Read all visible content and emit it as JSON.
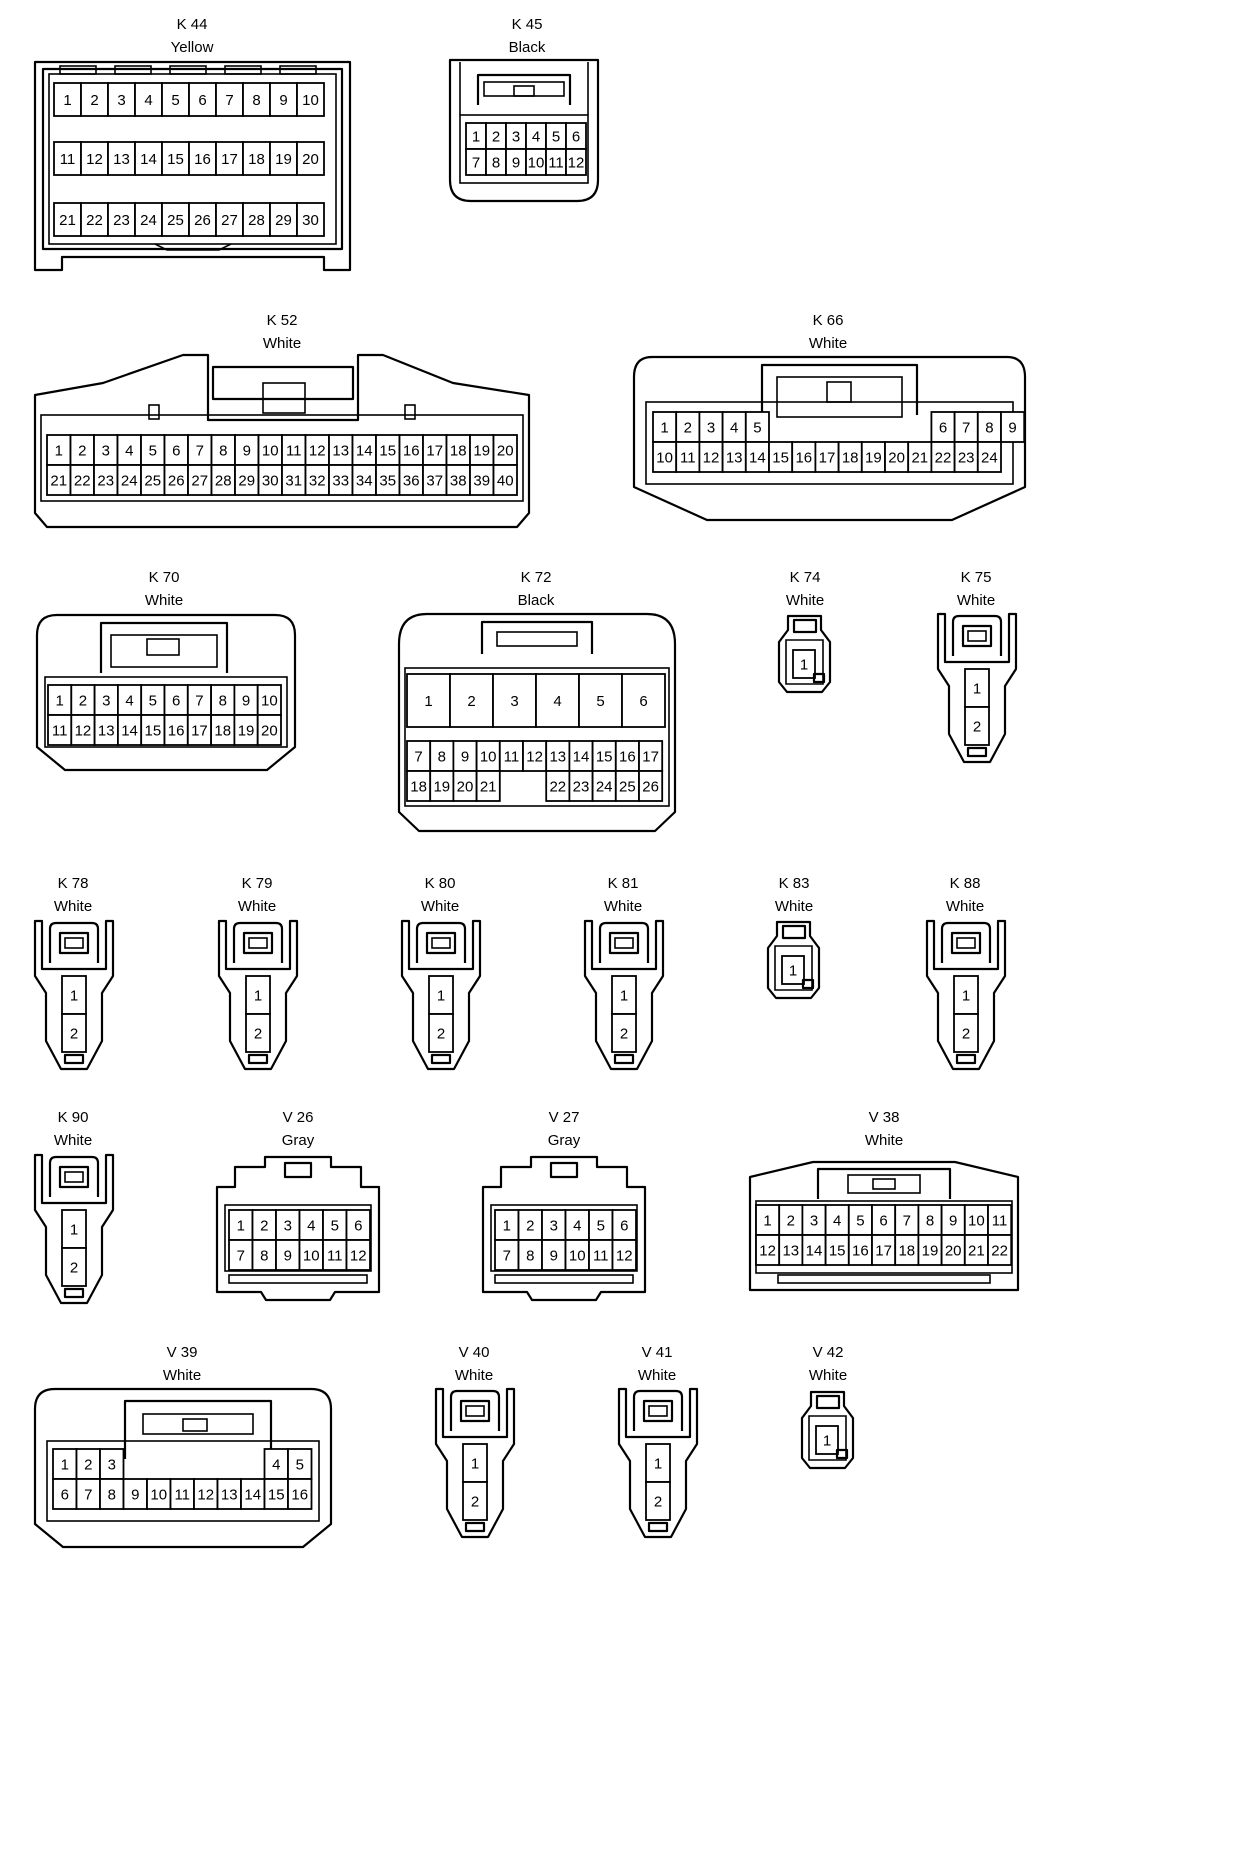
{
  "connectors": [
    {
      "id": "K 44",
      "color": "Yellow",
      "style": "k44",
      "rows": [
        [
          "1",
          "2",
          "3",
          "4",
          "5",
          "6",
          "7",
          "8",
          "9",
          "10"
        ],
        [
          "11",
          "12",
          "13",
          "14",
          "15",
          "16",
          "17",
          "18",
          "19",
          "20"
        ],
        [
          "21",
          "22",
          "23",
          "24",
          "25",
          "26",
          "27",
          "28",
          "29",
          "30"
        ]
      ]
    },
    {
      "id": "K 45",
      "color": "Black",
      "style": "k45",
      "rows": [
        [
          "1",
          "2",
          "3",
          "4",
          "5",
          "6"
        ],
        [
          "7",
          "8",
          "9",
          "10",
          "11",
          "12"
        ]
      ]
    },
    {
      "id": "K 52",
      "color": "White",
      "style": "k52",
      "rows": [
        [
          "1",
          "2",
          "3",
          "4",
          "5",
          "6",
          "7",
          "8",
          "9",
          "10",
          "11",
          "12",
          "13",
          "14",
          "15",
          "16",
          "17",
          "18",
          "19",
          "20"
        ],
        [
          "21",
          "22",
          "23",
          "24",
          "25",
          "26",
          "27",
          "28",
          "29",
          "30",
          "31",
          "32",
          "33",
          "34",
          "35",
          "36",
          "37",
          "38",
          "39",
          "40"
        ]
      ]
    },
    {
      "id": "K 66",
      "color": "White",
      "style": "k66",
      "rows": [
        [
          "1",
          "2",
          "3",
          "4",
          "5",
          "",
          "",
          "",
          "",
          "",
          "",
          "",
          "6",
          "7",
          "8",
          "9"
        ],
        [
          "10",
          "11",
          "12",
          "13",
          "14",
          "15",
          "16",
          "17",
          "18",
          "19",
          "20",
          "21",
          "22",
          "23",
          "24"
        ]
      ]
    },
    {
      "id": "K 70",
      "color": "White",
      "style": "k70",
      "rows": [
        [
          "1",
          "2",
          "3",
          "4",
          "5",
          "6",
          "7",
          "8",
          "9",
          "10"
        ],
        [
          "11",
          "12",
          "13",
          "14",
          "15",
          "16",
          "17",
          "18",
          "19",
          "20"
        ]
      ]
    },
    {
      "id": "K 72",
      "color": "Black",
      "style": "k72",
      "rows": [
        [
          "1",
          "2",
          "3",
          "4",
          "5",
          "6"
        ],
        [
          "7",
          "8",
          "9",
          "10",
          "11",
          "12",
          "13",
          "14",
          "15",
          "16",
          "17"
        ],
        [
          "18",
          "19",
          "20",
          "21",
          "",
          "",
          "22",
          "23",
          "24",
          "25",
          "26"
        ]
      ]
    },
    {
      "id": "K 74",
      "color": "White",
      "style": "single",
      "rows": [
        [
          "1"
        ]
      ]
    },
    {
      "id": "K 75",
      "color": "White",
      "style": "double",
      "rows": [
        [
          "1"
        ],
        [
          "2"
        ]
      ]
    },
    {
      "id": "K 78",
      "color": "White",
      "style": "double",
      "rows": [
        [
          "1"
        ],
        [
          "2"
        ]
      ]
    },
    {
      "id": "K 79",
      "color": "White",
      "style": "double",
      "rows": [
        [
          "1"
        ],
        [
          "2"
        ]
      ]
    },
    {
      "id": "K 80",
      "color": "White",
      "style": "double",
      "rows": [
        [
          "1"
        ],
        [
          "2"
        ]
      ]
    },
    {
      "id": "K 81",
      "color": "White",
      "style": "double",
      "rows": [
        [
          "1"
        ],
        [
          "2"
        ]
      ]
    },
    {
      "id": "K 83",
      "color": "White",
      "style": "single",
      "rows": [
        [
          "1"
        ]
      ]
    },
    {
      "id": "K 88",
      "color": "White",
      "style": "double",
      "rows": [
        [
          "1"
        ],
        [
          "2"
        ]
      ]
    },
    {
      "id": "K 90",
      "color": "White",
      "style": "double",
      "rows": [
        [
          "1"
        ],
        [
          "2"
        ]
      ]
    },
    {
      "id": "V 26",
      "color": "Gray",
      "style": "v26",
      "rows": [
        [
          "1",
          "2",
          "3",
          "4",
          "5",
          "6"
        ],
        [
          "7",
          "8",
          "9",
          "10",
          "11",
          "12"
        ]
      ]
    },
    {
      "id": "V 27",
      "color": "Gray",
      "style": "v26",
      "rows": [
        [
          "1",
          "2",
          "3",
          "4",
          "5",
          "6"
        ],
        [
          "7",
          "8",
          "9",
          "10",
          "11",
          "12"
        ]
      ]
    },
    {
      "id": "V 38",
      "color": "White",
      "style": "v38",
      "rows": [
        [
          "1",
          "2",
          "3",
          "4",
          "5",
          "6",
          "7",
          "8",
          "9",
          "10",
          "11"
        ],
        [
          "12",
          "13",
          "14",
          "15",
          "16",
          "17",
          "18",
          "19",
          "20",
          "21",
          "22"
        ]
      ]
    },
    {
      "id": "V 39",
      "color": "White",
      "style": "v39",
      "rows": [
        [
          "1",
          "2",
          "3",
          "",
          "",
          "",
          "",
          "",
          "",
          "4",
          "5"
        ],
        [
          "6",
          "7",
          "8",
          "9",
          "10",
          "11",
          "12",
          "13",
          "14",
          "15",
          "16"
        ]
      ]
    },
    {
      "id": "V 40",
      "color": "White",
      "style": "double",
      "rows": [
        [
          "1"
        ],
        [
          "2"
        ]
      ]
    },
    {
      "id": "V 41",
      "color": "White",
      "style": "double",
      "rows": [
        [
          "1"
        ],
        [
          "2"
        ]
      ]
    },
    {
      "id": "V 42",
      "color": "White",
      "style": "single",
      "rows": [
        [
          "1"
        ]
      ]
    }
  ]
}
